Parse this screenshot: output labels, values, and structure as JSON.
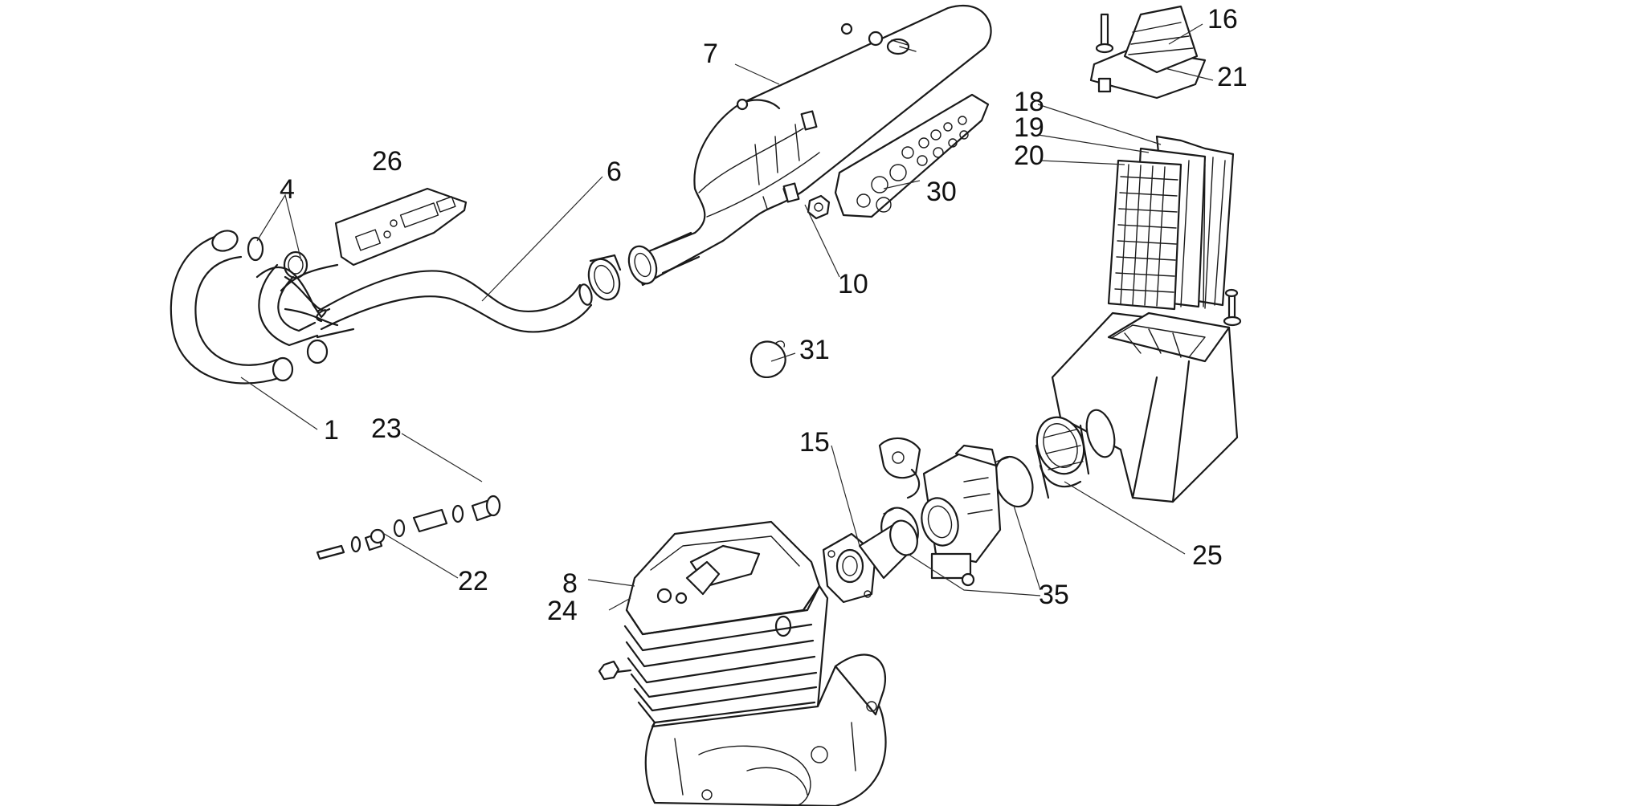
{
  "diagram": {
    "callouts": {
      "c1": "1",
      "c4": "4",
      "c6": "6",
      "c7": "7",
      "c8": "8",
      "c10": "10",
      "c15": "15",
      "c16": "16",
      "c18": "18",
      "c19": "19",
      "c20": "20",
      "c21": "21",
      "c22": "22",
      "c23": "23",
      "c24": "24",
      "c25": "25",
      "c26": "26",
      "c30": "30",
      "c31": "31",
      "c35": "35"
    },
    "colors": {
      "ink": "#1a1a1a",
      "background": "#ffffff"
    }
  }
}
